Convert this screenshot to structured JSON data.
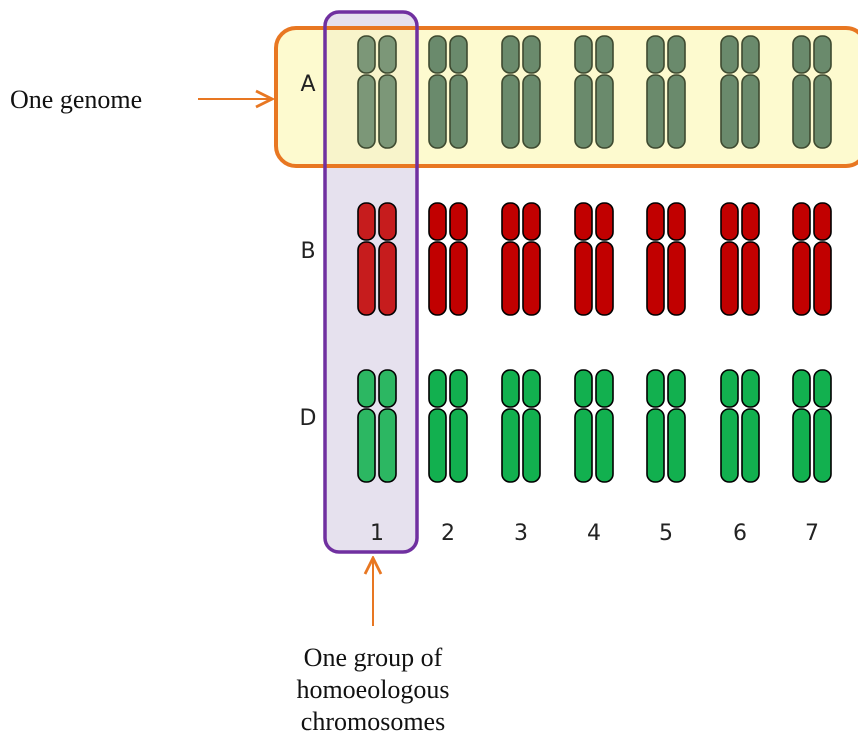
{
  "genome_label": "One genome",
  "homoeologous_label_lines": [
    "One group of",
    "homoeologous",
    "chromosomes"
  ],
  "rows": [
    {
      "label": "A",
      "color": "#6a8a6c",
      "stroke": "#3e4a30"
    },
    {
      "label": "B",
      "color": "#c10000",
      "stroke": "#000000"
    },
    {
      "label": "D",
      "color": "#12b04f",
      "stroke": "#000000"
    }
  ],
  "columns": [
    "1",
    "2",
    "3",
    "4",
    "5",
    "6",
    "7"
  ],
  "colors": {
    "genome_box_fill": "#fdf9c2",
    "genome_box_stroke": "#e87722",
    "group_box_fill": "#e6e1ee",
    "group_box_stroke": "#7030a0",
    "arrow": "#e87722"
  }
}
